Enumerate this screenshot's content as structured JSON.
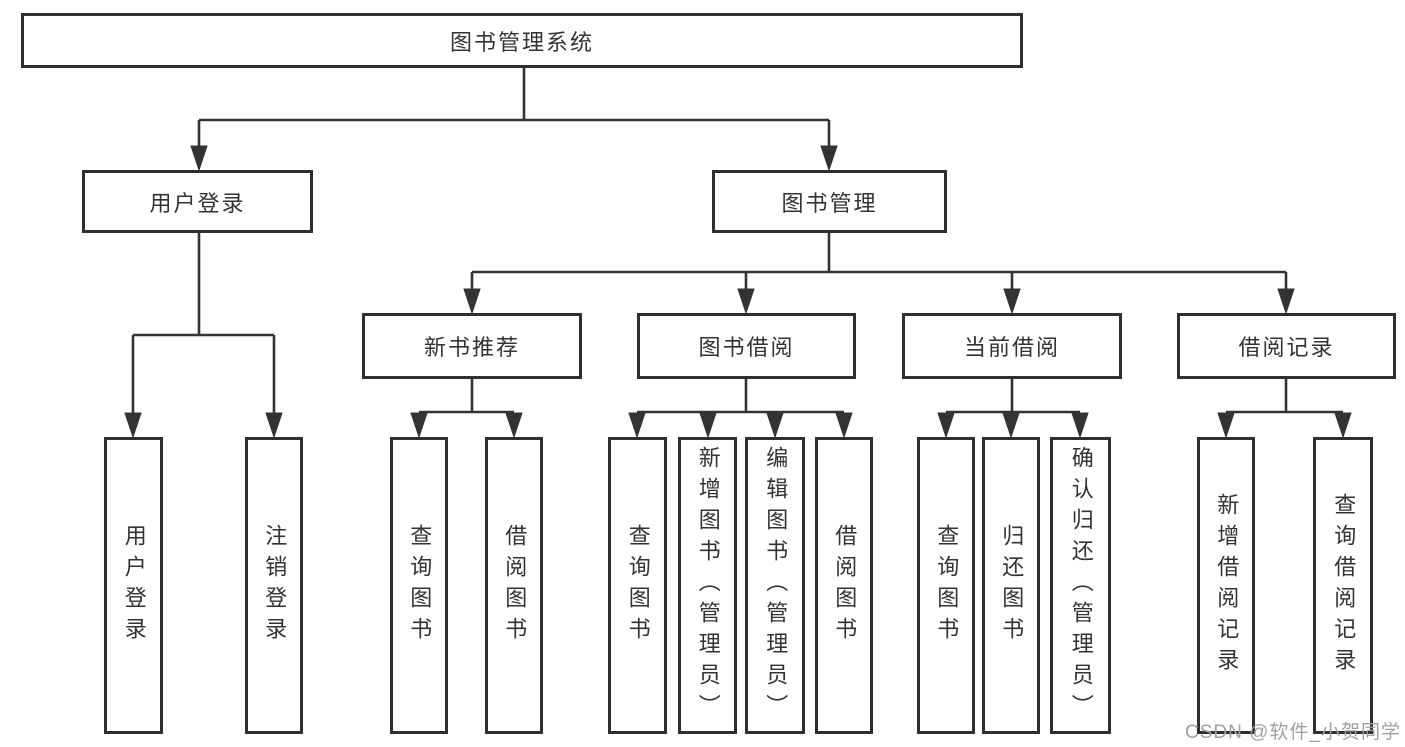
{
  "diagram": {
    "root": {
      "label": "图书管理系统",
      "children": [
        {
          "label": "用户登录",
          "children": [
            {
              "label": "用户登录"
            },
            {
              "label": "注销登录"
            }
          ]
        },
        {
          "label": "图书管理",
          "children": [
            {
              "label": "新书推荐",
              "children": [
                {
                  "label": "查询图书"
                },
                {
                  "label": "借阅图书"
                }
              ]
            },
            {
              "label": "图书借阅",
              "children": [
                {
                  "label": "查询图书"
                },
                {
                  "label": "新增图书（管理员）"
                },
                {
                  "label": "编辑图书（管理员）"
                },
                {
                  "label": "借阅图书"
                }
              ]
            },
            {
              "label": "当前借阅",
              "children": [
                {
                  "label": "查询图书"
                },
                {
                  "label": "归还图书"
                },
                {
                  "label": "确认归还（管理员）"
                }
              ]
            },
            {
              "label": "借阅记录",
              "children": [
                {
                  "label": "新增借阅记录"
                },
                {
                  "label": "查询借阅记录"
                }
              ]
            }
          ]
        }
      ]
    }
  },
  "watermark": {
    "text": "CSDN @软件_小贺同学"
  },
  "colors": {
    "line": "#333333",
    "box_border": "#2f2f2f",
    "box_fill": "#ffffff",
    "text": "#333333",
    "watermark": "#a0a0a0",
    "background": "#ffffff"
  }
}
